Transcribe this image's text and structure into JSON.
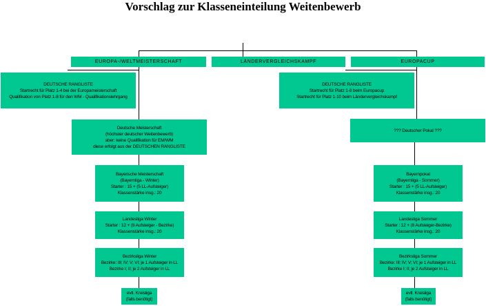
{
  "title": "Vorschlag zur Klasseneinteilung Weitenbewerb",
  "headers": {
    "left": "EUROPA-/WELTMEISTERSCHAFT",
    "middle": "LÄNDERVERGLEICHSKAMPF",
    "right": "EUROPACUP"
  },
  "left": {
    "rangliste": [
      "DEUTSCHE RANGLISTE",
      "Startrecht für Platz 1-4 bei der Europameisterschaft",
      "Qualifikation von Platz 1-8 für den WM - Qualifikationslehrgang"
    ],
    "meisterschaft": [
      "Deutsche Meisterschaft",
      "(höchster deutscher Weitenbewerb)",
      "aber: keine Qualifikation für EM/WM",
      "diese erfolgt aus der DEUTSCHEN RANGLISTE"
    ],
    "bayerische": [
      "Bayerische Meisterschaft",
      "(Bayernliga - Winter)",
      "Starter : 15 + (5 LL-Aufsteiger)",
      "Klassenstärke insg.: 20"
    ],
    "landesliga": [
      "Landesliga Winter",
      "Starter : 12 + (8 Aufsteiger - Bezirke)",
      "Klassenstärke insg.: 20"
    ],
    "bezirksliga": [
      "Bezirksliga Winter",
      "Bezirke: III; IV; V; VI; je 1 Aufsteiger in LL",
      "Bezirke I; II; je 2 Aufsteiger in LL"
    ],
    "kreisliga": [
      "evtl. Kreisliga",
      "(falls benötigt)"
    ]
  },
  "right": {
    "rangliste": [
      "DEUTSCHE RANGLISTE",
      "Startrecht für Platz 1-8 beim Europacup",
      "Startrecht für Platz 1-10 beim Ländervergleichskampf"
    ],
    "pokal": [
      "??? Deutscher Pokal ???"
    ],
    "bayernpokal": [
      "Bayernpokal",
      "(Bayernliga - Sommer)",
      "Starter : 15 + (5 LL-Aufsteiger)",
      "Klassenstärke insg.: 20"
    ],
    "landesliga": [
      "Landesliga Sommer",
      "Starter : 12 + (8 Aufsteiger-Bezirke)",
      "Klassenstärke insg.: 20"
    ],
    "bezirksliga": [
      "Bezirksliga Sommer",
      "Bezirke: III; IV; V; VI; je 1 Aufsteiger in LL",
      "Bezirke I; II; je 2 Aufsteiger in LL"
    ],
    "kreisliga": [
      "evtl. Kreisliga",
      "(falls benötigt)"
    ]
  }
}
